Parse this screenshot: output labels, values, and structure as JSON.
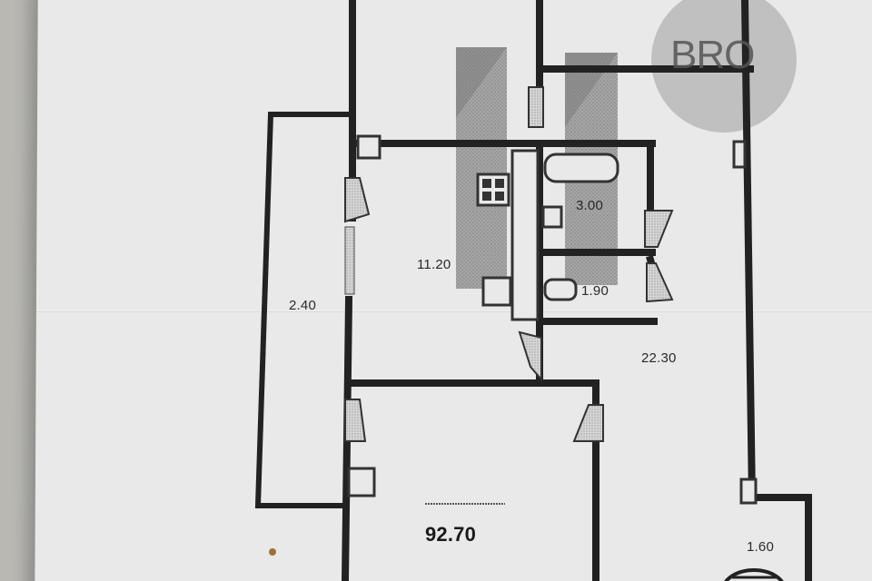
{
  "plan": {
    "rooms": [
      {
        "id": "balcony",
        "area": "2.40"
      },
      {
        "id": "kitchen",
        "area": "11.20"
      },
      {
        "id": "bathroom",
        "area": "3.00"
      },
      {
        "id": "toilet",
        "area": "1.90"
      },
      {
        "id": "hall",
        "area": "22.30"
      },
      {
        "id": "storage",
        "area": "1.60"
      }
    ],
    "total_area": "92.70",
    "stamp_text": "BRO"
  },
  "colors": {
    "wall": "#222222",
    "paper": "#e9e9e9",
    "shading": "#8c8c8c",
    "stamp": "#b5b5b5"
  }
}
